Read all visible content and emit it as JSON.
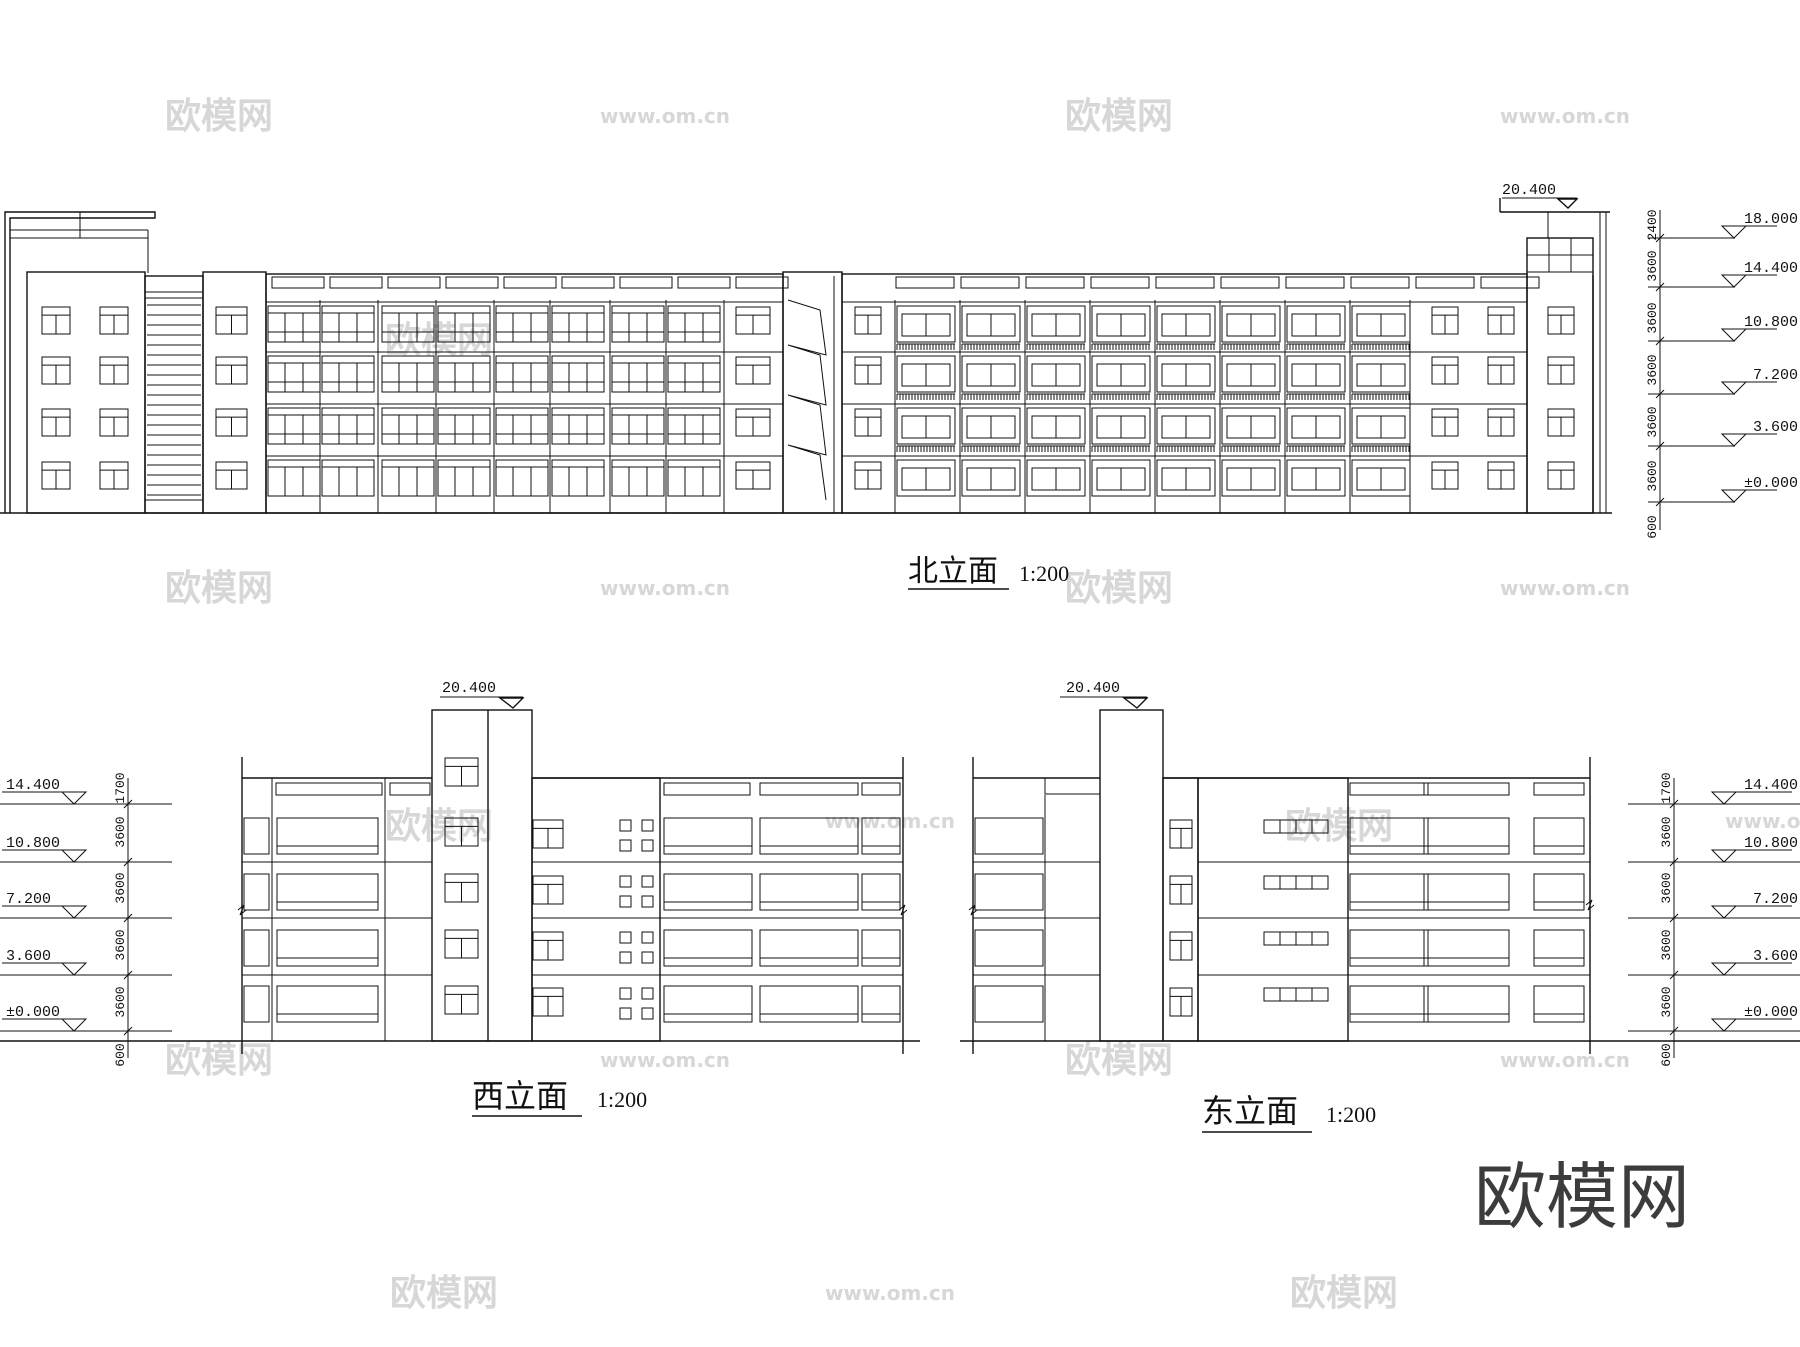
{
  "titles": {
    "north": {
      "label": "北立面",
      "scale": "1:200"
    },
    "west": {
      "label": "西立面",
      "scale": "1:200"
    },
    "east": {
      "label": "东立面",
      "scale": "1:200"
    }
  },
  "roof_elevation": "20.400",
  "north_levels": [
    "18.000",
    "14.400",
    "10.800",
    "7.200",
    "3.600",
    "±0.000"
  ],
  "north_dims": [
    "2400",
    "3600",
    "3600",
    "3600",
    "3600",
    "600"
  ],
  "side_levels": [
    "14.400",
    "10.800",
    "7.200",
    "3.600",
    "±0.000"
  ],
  "side_dims": [
    "1700",
    "3600",
    "3600",
    "3600",
    "3600",
    "600"
  ],
  "watermark": {
    "logo": "欧模网",
    "url": "www.om.cn"
  },
  "brand_logo": "欧模网"
}
